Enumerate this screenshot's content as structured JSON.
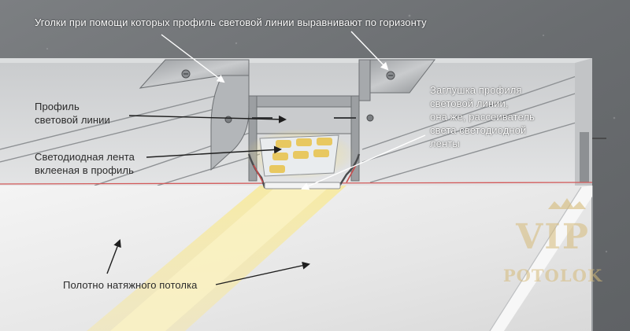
{
  "labels": {
    "brackets": "Уголки при помощи которых профиль световой линии выравнивают по горизонту",
    "profile": "Профиль\nсветовой линии",
    "led_strip": "Светодиодная лента\nвклееная в профиль",
    "diffuser": "Заглушка профиля\nсветовой линии,\nона же, рассеиватель\nсвета светодиодной\nленты",
    "canvas": "Полотно натяжного потолка"
  },
  "logo": {
    "line1": "VIP",
    "line2": "POTOLOK"
  },
  "colors": {
    "wall": "#6f7275",
    "ceiling_canvas": "#ececec",
    "recess": "#cfd1d3",
    "metal": "#b9bcbf",
    "led_glow": "#f2e29a",
    "edge_line": "#d35a5a",
    "logo_gold": "#d6ba78"
  }
}
